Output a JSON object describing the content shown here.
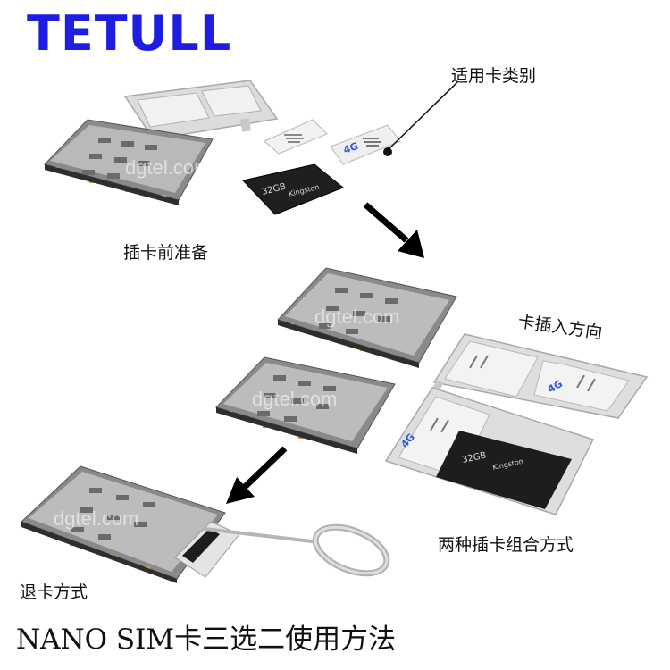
{
  "brand": {
    "logo_text": "TETULL",
    "logo_color": "#1e1ee0"
  },
  "labels": {
    "card_type": "适用卡类别",
    "prepare": "插卡前准备",
    "direction": "卡插入方向",
    "combo": "两种插卡组合方式",
    "eject": "退卡方式"
  },
  "watermark": "dgtel.com",
  "sd_card": {
    "brand": "Kingston",
    "capacity": "32GB"
  },
  "sim_card": {
    "badge": "4G"
  },
  "footer_title": "NANO SIM卡三选二使用方法"
}
